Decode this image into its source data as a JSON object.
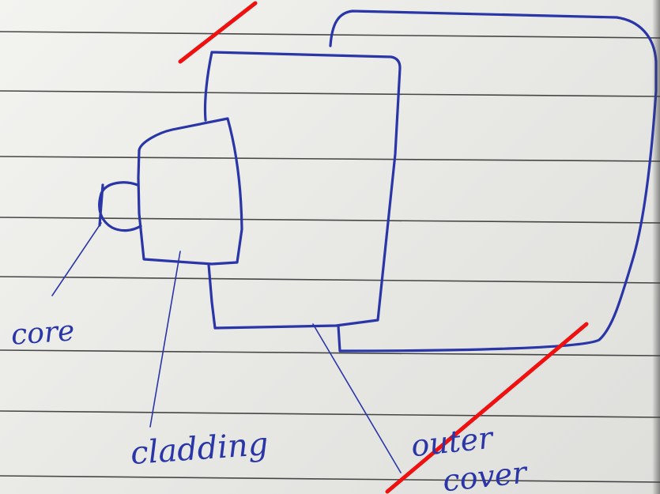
{
  "diagram": {
    "labels": {
      "core": "core",
      "cladding": "cladding",
      "outer_cover_line1": "outer",
      "outer_cover_line2": "cover"
    },
    "colors": {
      "ink": "#2a36a8",
      "strike": "#f01010",
      "paper": "#ececea",
      "rule": "#2b2b2b"
    }
  }
}
